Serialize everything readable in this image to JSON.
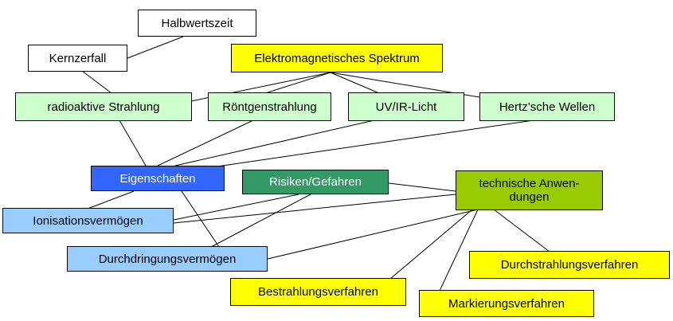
{
  "colors": {
    "white": "#ffffff",
    "yellow": "#ffff00",
    "light_green": "#ccffcc",
    "blue": "#3366ff",
    "dark_green": "#339966",
    "olive_green": "#99cc00",
    "light_blue": "#99ccff",
    "line": "#000000",
    "dark_text": "#000000",
    "light_text": "#ffffff"
  },
  "nodes": {
    "halbwertszeit": "Halbwertszeit",
    "kernzerfall": "Kernzerfall",
    "elektromagnetisches_spektrum": "Elektromagnetisches Spektrum",
    "radioaktive_strahlung": "radioaktive Strahlung",
    "roentgenstrahlung": "Röntgenstrahlung",
    "uv_ir_licht": "UV/IR-Licht",
    "hertzsche_wellen": "Hertz’sche Wellen",
    "eigenschaften": "Eigenschaften",
    "risiken_gefahren": "Risiken/Gefahren",
    "technische_anwendungen": "technische Anwen-\ndungen",
    "ionisationsvermoegen": "Ionisationsvermögen",
    "durchdringungsvermoegen": "Durchdringungsvermögen",
    "durchstrahlungsverfahren": "Durchstrahlungsverfahren",
    "bestrahlungsverfahren": "Bestrahlungsverfahren",
    "markierungsverfahren": "Markierungsverfahren"
  }
}
